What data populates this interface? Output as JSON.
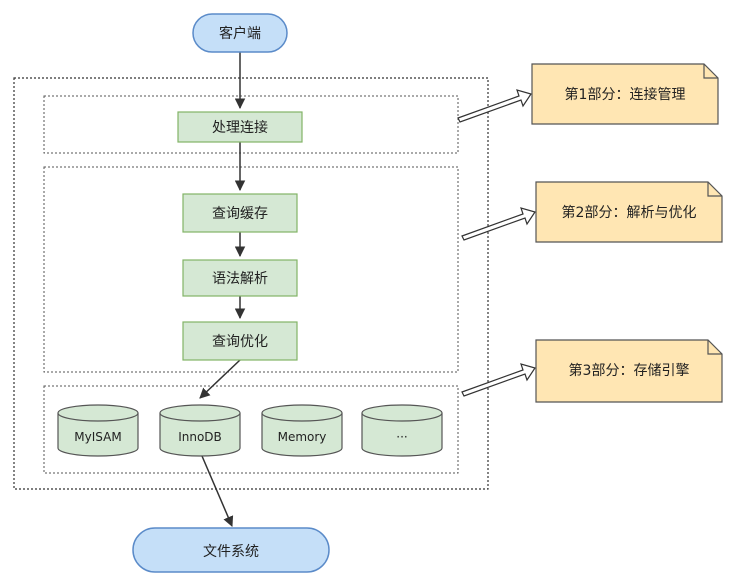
{
  "client": {
    "label": "客户端"
  },
  "filesystem": {
    "label": "文件系统"
  },
  "steps": {
    "connection": "处理连接",
    "query_cache": "查询缓存",
    "parse": "语法解析",
    "optimize": "查询优化"
  },
  "engines": [
    "MyISAM",
    "InnoDB",
    "Memory",
    "···"
  ],
  "notes": [
    "第1部分：连接管理",
    "第2部分：解析与优化",
    "第3部分：存储引擎"
  ],
  "colors": {
    "terminal_fill": "#c5dff8",
    "terminal_stroke": "#5b8bc9",
    "step_fill": "#d5e8d4",
    "step_stroke": "#82b366",
    "note_fill": "#ffe6b3",
    "note_stroke": "#555555",
    "line": "#333333"
  }
}
